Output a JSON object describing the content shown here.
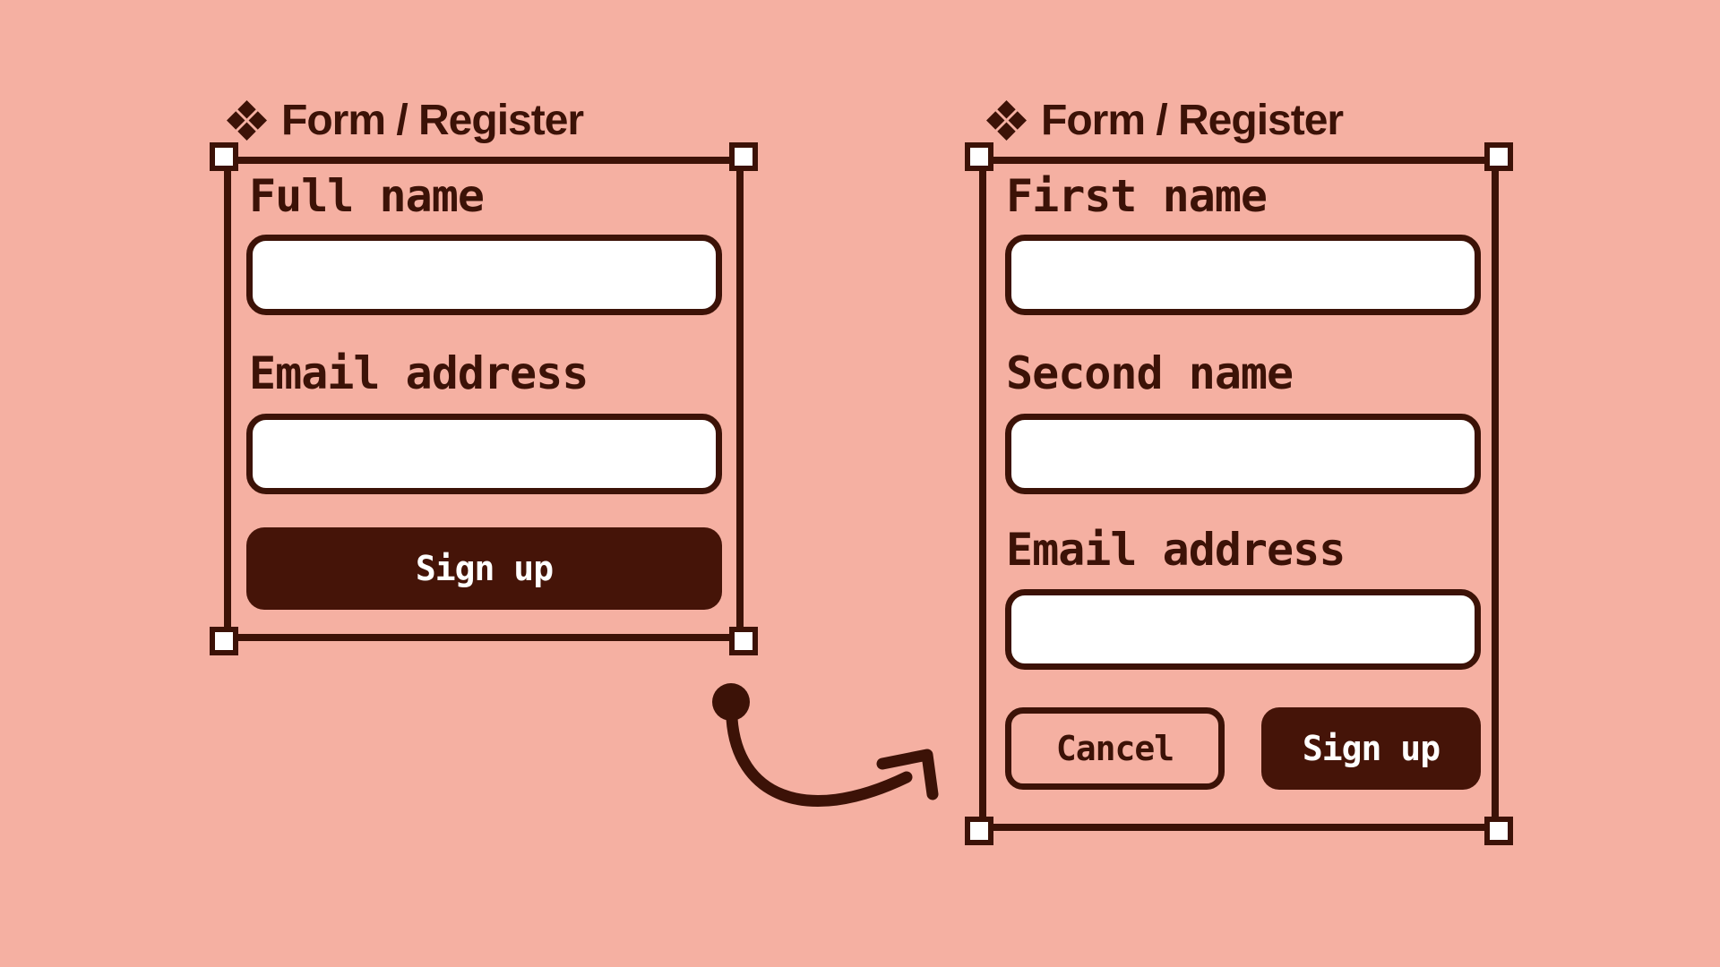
{
  "colors": {
    "background": "#F5B0A2",
    "ink": "#3C1207",
    "button_fill": "#451408",
    "input_fill": "#FFFFFF",
    "handle_fill": "#FFFFFF",
    "button_text": "#FFFFFF"
  },
  "left_frame": {
    "title": "Form / Register",
    "title_icon": "component-diamond-icon",
    "fields": [
      {
        "label": "Full name",
        "value": ""
      },
      {
        "label": "Email address",
        "value": ""
      }
    ],
    "buttons": [
      {
        "label": "Sign up",
        "variant": "primary"
      }
    ]
  },
  "right_frame": {
    "title": "Form / Register",
    "title_icon": "component-diamond-icon",
    "fields": [
      {
        "label": "First name",
        "value": ""
      },
      {
        "label": "Second name",
        "value": ""
      },
      {
        "label": "Email address",
        "value": ""
      }
    ],
    "buttons": [
      {
        "label": "Cancel",
        "variant": "secondary"
      },
      {
        "label": "Sign up",
        "variant": "primary"
      }
    ]
  },
  "annotation_arrow": {
    "type": "curved-arrow",
    "from": "left-form",
    "to": "right-form",
    "color": "#3C1207"
  }
}
